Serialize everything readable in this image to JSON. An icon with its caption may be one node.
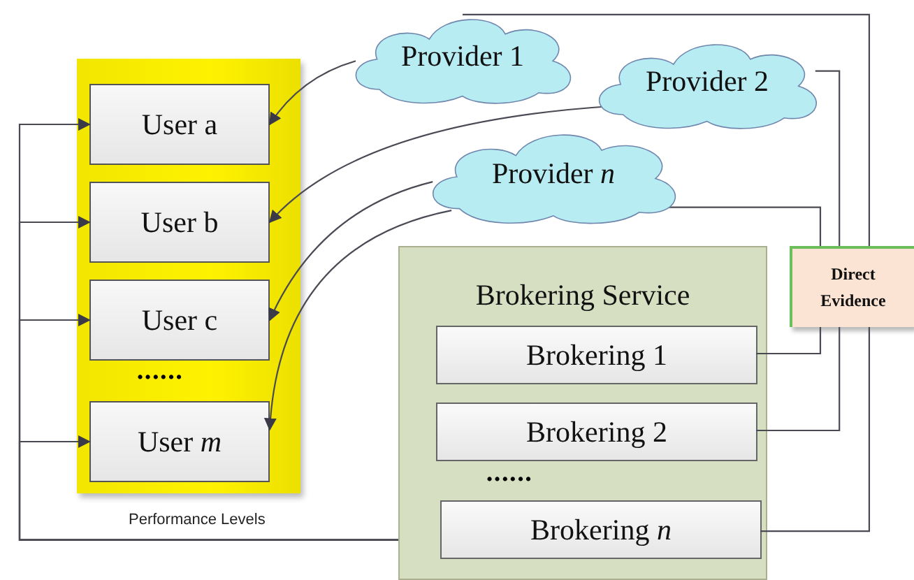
{
  "diagram": {
    "nodes": [
      {
        "text": [],
        "shape": "box"
      },
      {
        "text": [
          "User a"
        ],
        "in": 0
      },
      {
        "text": [
          "User b"
        ],
        "in": 0
      },
      {
        "text": [
          "User c"
        ],
        "in": 0
      },
      {
        "text": [
          "User *m*"
        ],
        "in": 0
      },
      {
        "text": [
          "Provider 1"
        ]
      },
      {
        "text": [
          "Provider 2"
        ]
      },
      {
        "text": [
          "Provider *n*"
        ]
      },
      {
        "text": [
          "Brokering Service"
        ]
      },
      {
        "text": [
          "Brokering 1"
        ],
        "in": 8
      },
      {
        "text": [
          "Brokering 2"
        ],
        "in": 8
      },
      {
        "text": [
          "Brokering *n*"
        ],
        "in": 8
      },
      {
        "text": [
          "Direct Evidence"
        ]
      }
    ],
    "edges": [
      {
        "from": 5,
        "to": 1,
        "arrow": "to"
      },
      {
        "from": 6,
        "to": 2,
        "arrow": "to"
      },
      {
        "from": 7,
        "to": 3,
        "arrow": "to"
      },
      {
        "from": 7,
        "to": 4,
        "arrow": "to"
      },
      {
        "from": 8,
        "to": 1,
        "arrow": "to",
        "label": "Performance Levels"
      },
      {
        "from": 8,
        "to": 2,
        "arrow": "to"
      },
      {
        "from": 8,
        "to": 3,
        "arrow": "to"
      },
      {
        "from": 8,
        "to": 4,
        "arrow": "to"
      },
      {
        "from": 5,
        "to": 12,
        "arrow": "none"
      },
      {
        "from": 6,
        "to": 12,
        "arrow": "none"
      },
      {
        "from": 7,
        "to": 12,
        "arrow": "none"
      },
      {
        "from": 12,
        "to": 9,
        "arrow": "none"
      },
      {
        "from": 12,
        "to": 10,
        "arrow": "none"
      },
      {
        "from": 12,
        "to": 11,
        "arrow": "none"
      }
    ],
    "labels": [
      "••••••",
      "••••••"
    ]
  }
}
